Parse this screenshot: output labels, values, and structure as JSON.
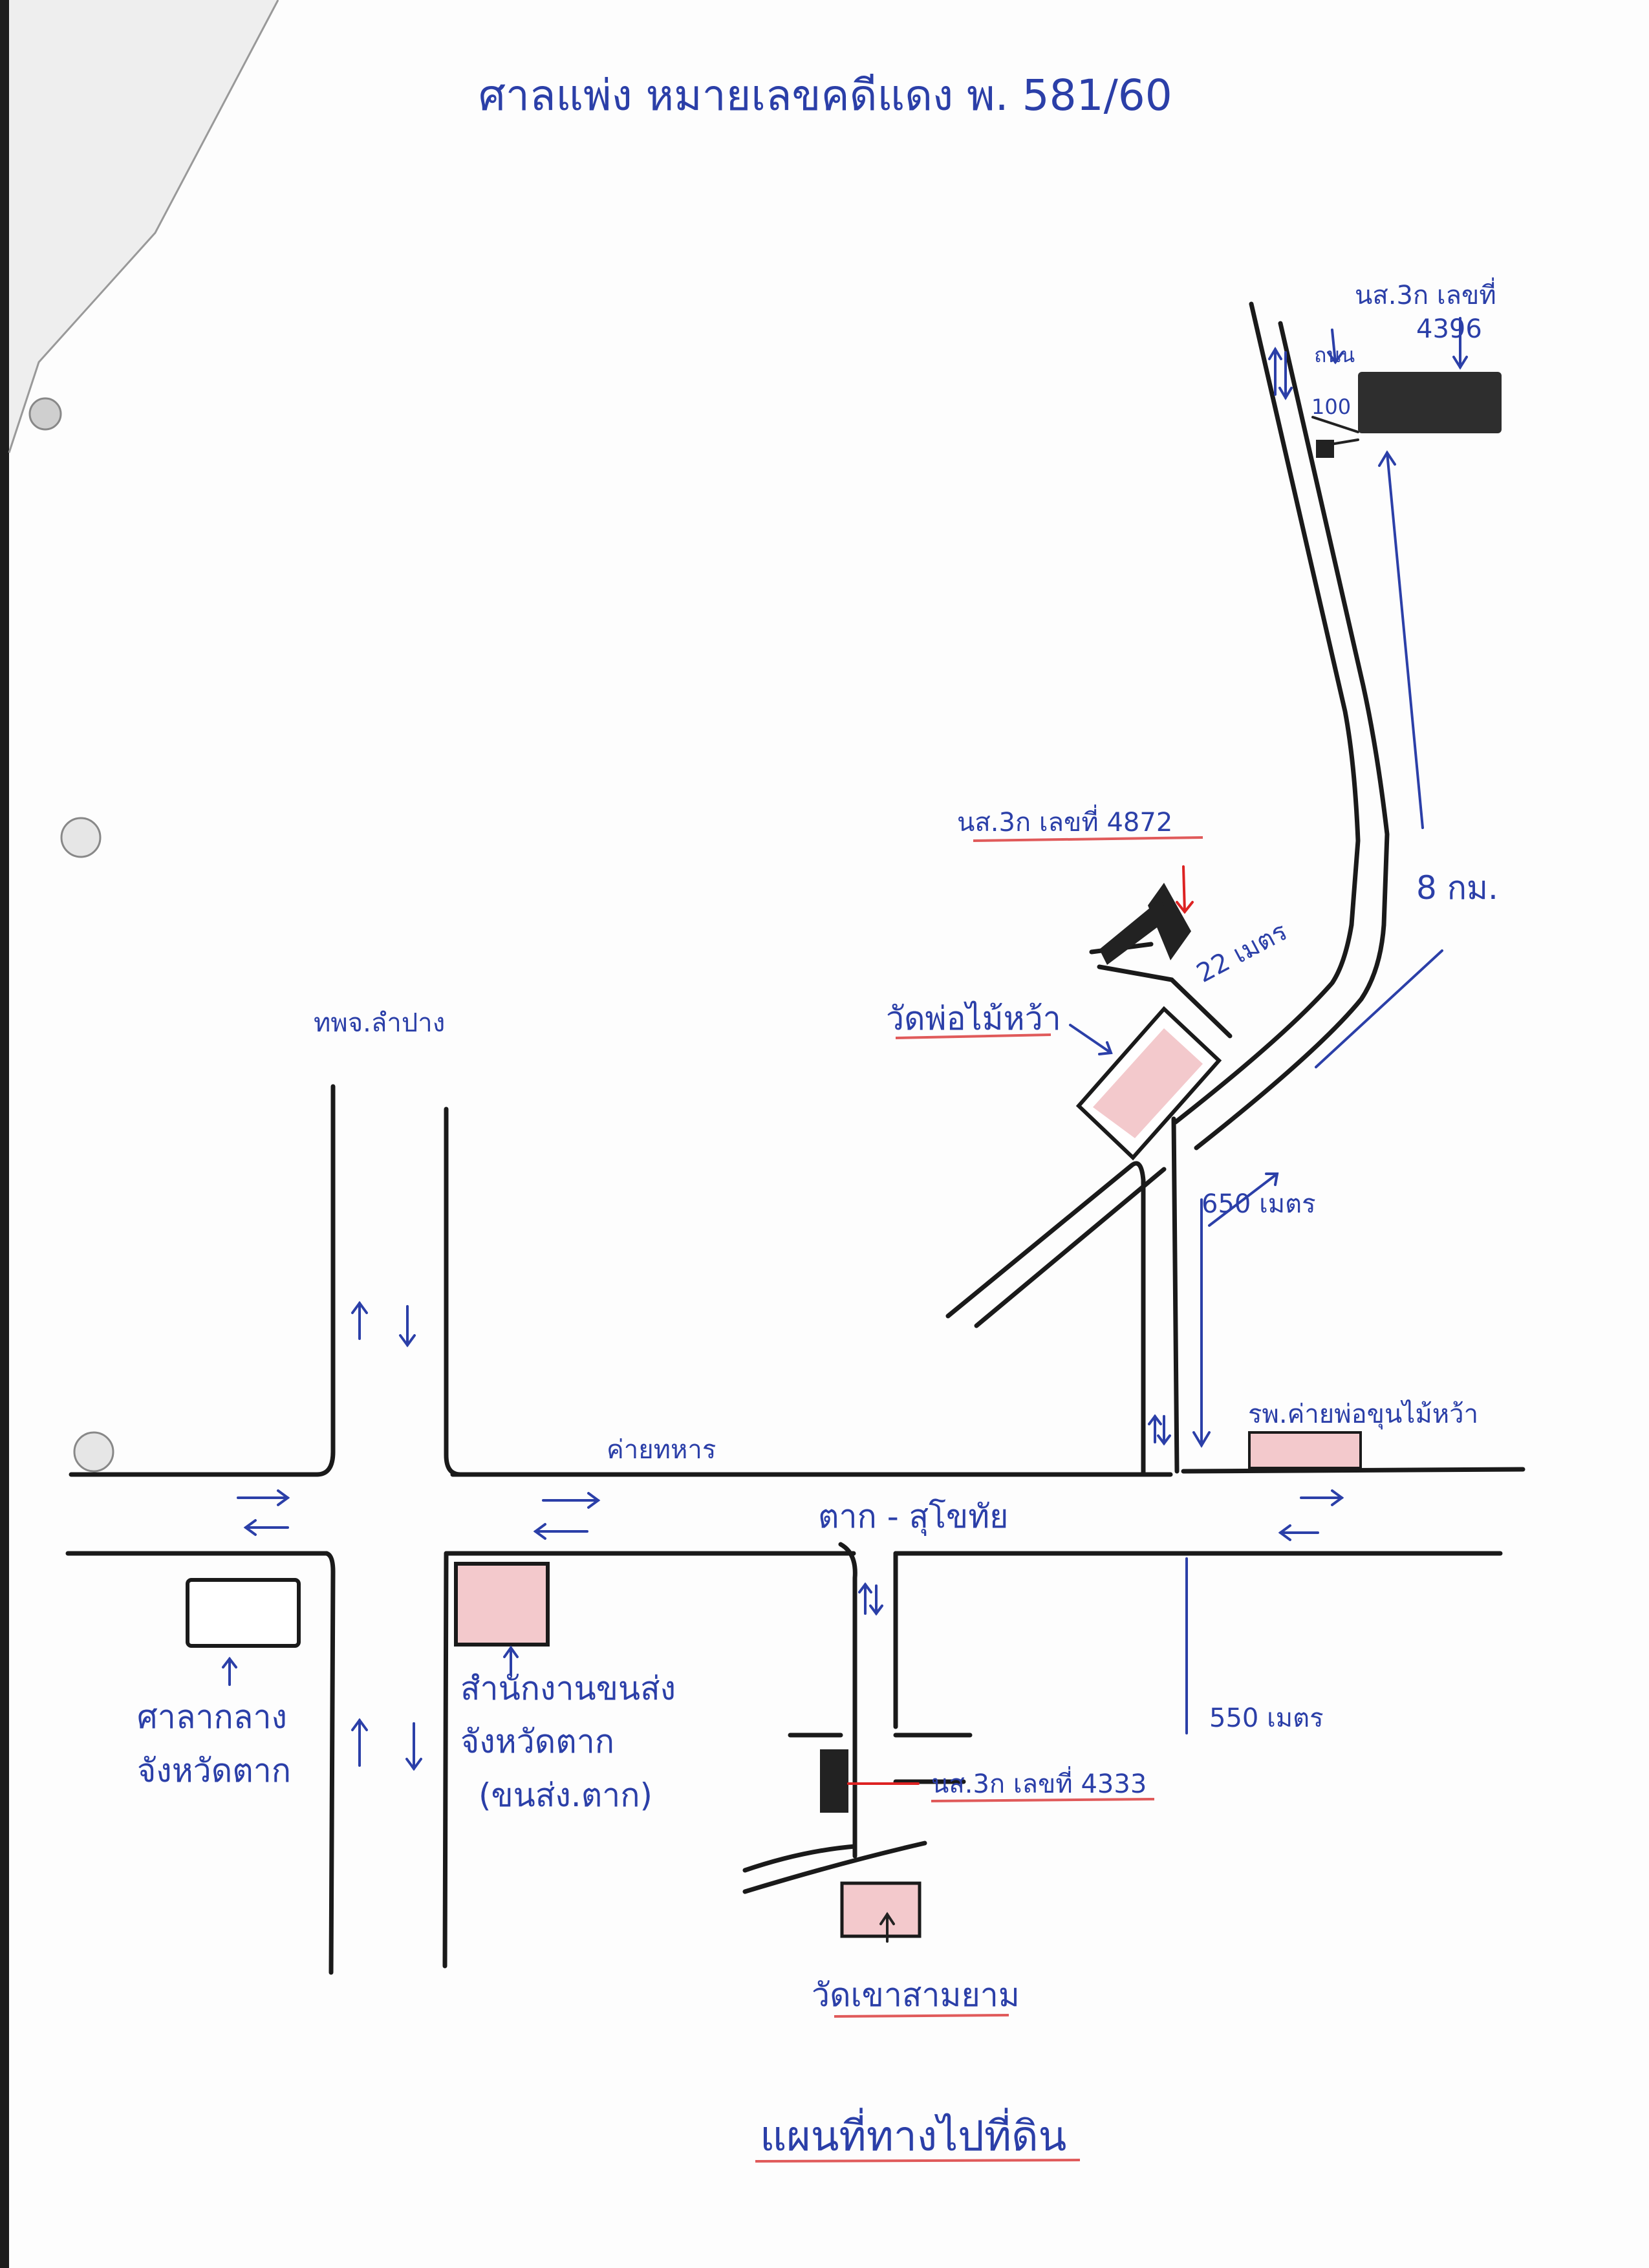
{
  "map": {
    "title": "ศาลแพ่ง หมายเลขคดีแดง พ. 581/60",
    "footer_title": "แผนที่ทางไปที่ดิน",
    "labels": {
      "deed_4396_line1": "นส.3ก เลขที่",
      "deed_4396_line2": "4396",
      "side_road_width": "ถนน",
      "side_road_width_value": "100",
      "deed_4872": "นส.3ก เลขที่ 4872",
      "distance_22m": "22 เมตร",
      "distance_8km": "8 กม.",
      "temple_pho_mai_wa": "วัดพ่อไม้หว้า",
      "hospital_lampang": "ทพจ.ลำปาง",
      "distance_650m": "650 เมตร",
      "army_camp": "ค่ายทหาร",
      "pho_mai_wa_hospital": "รพ.ค่ายพ่อขุนไม้หว้า",
      "main_road": "ตาก - สุโขทัย",
      "distance_550m": "550 เมตร",
      "provincial_court_line1": "ศาลากลาง",
      "provincial_court_line2": "จังหวัดตาก",
      "transport_office_line1": "สำนักงานขนส่ง",
      "transport_office_line2": "จังหวัดตาก",
      "transport_office_line3": "(ขนส่ง.ตาก)",
      "deed_4333": "นส.3ก เลขที่ 4333",
      "temple_bottom": "วัดเขาสามยาม"
    },
    "colors": {
      "ink": "#1a1a1a",
      "pen_blue": "#2b3fa8",
      "pen_red": "#d22222",
      "building_pink": "#f3c9cc",
      "parcel_black": "#222222"
    }
  }
}
